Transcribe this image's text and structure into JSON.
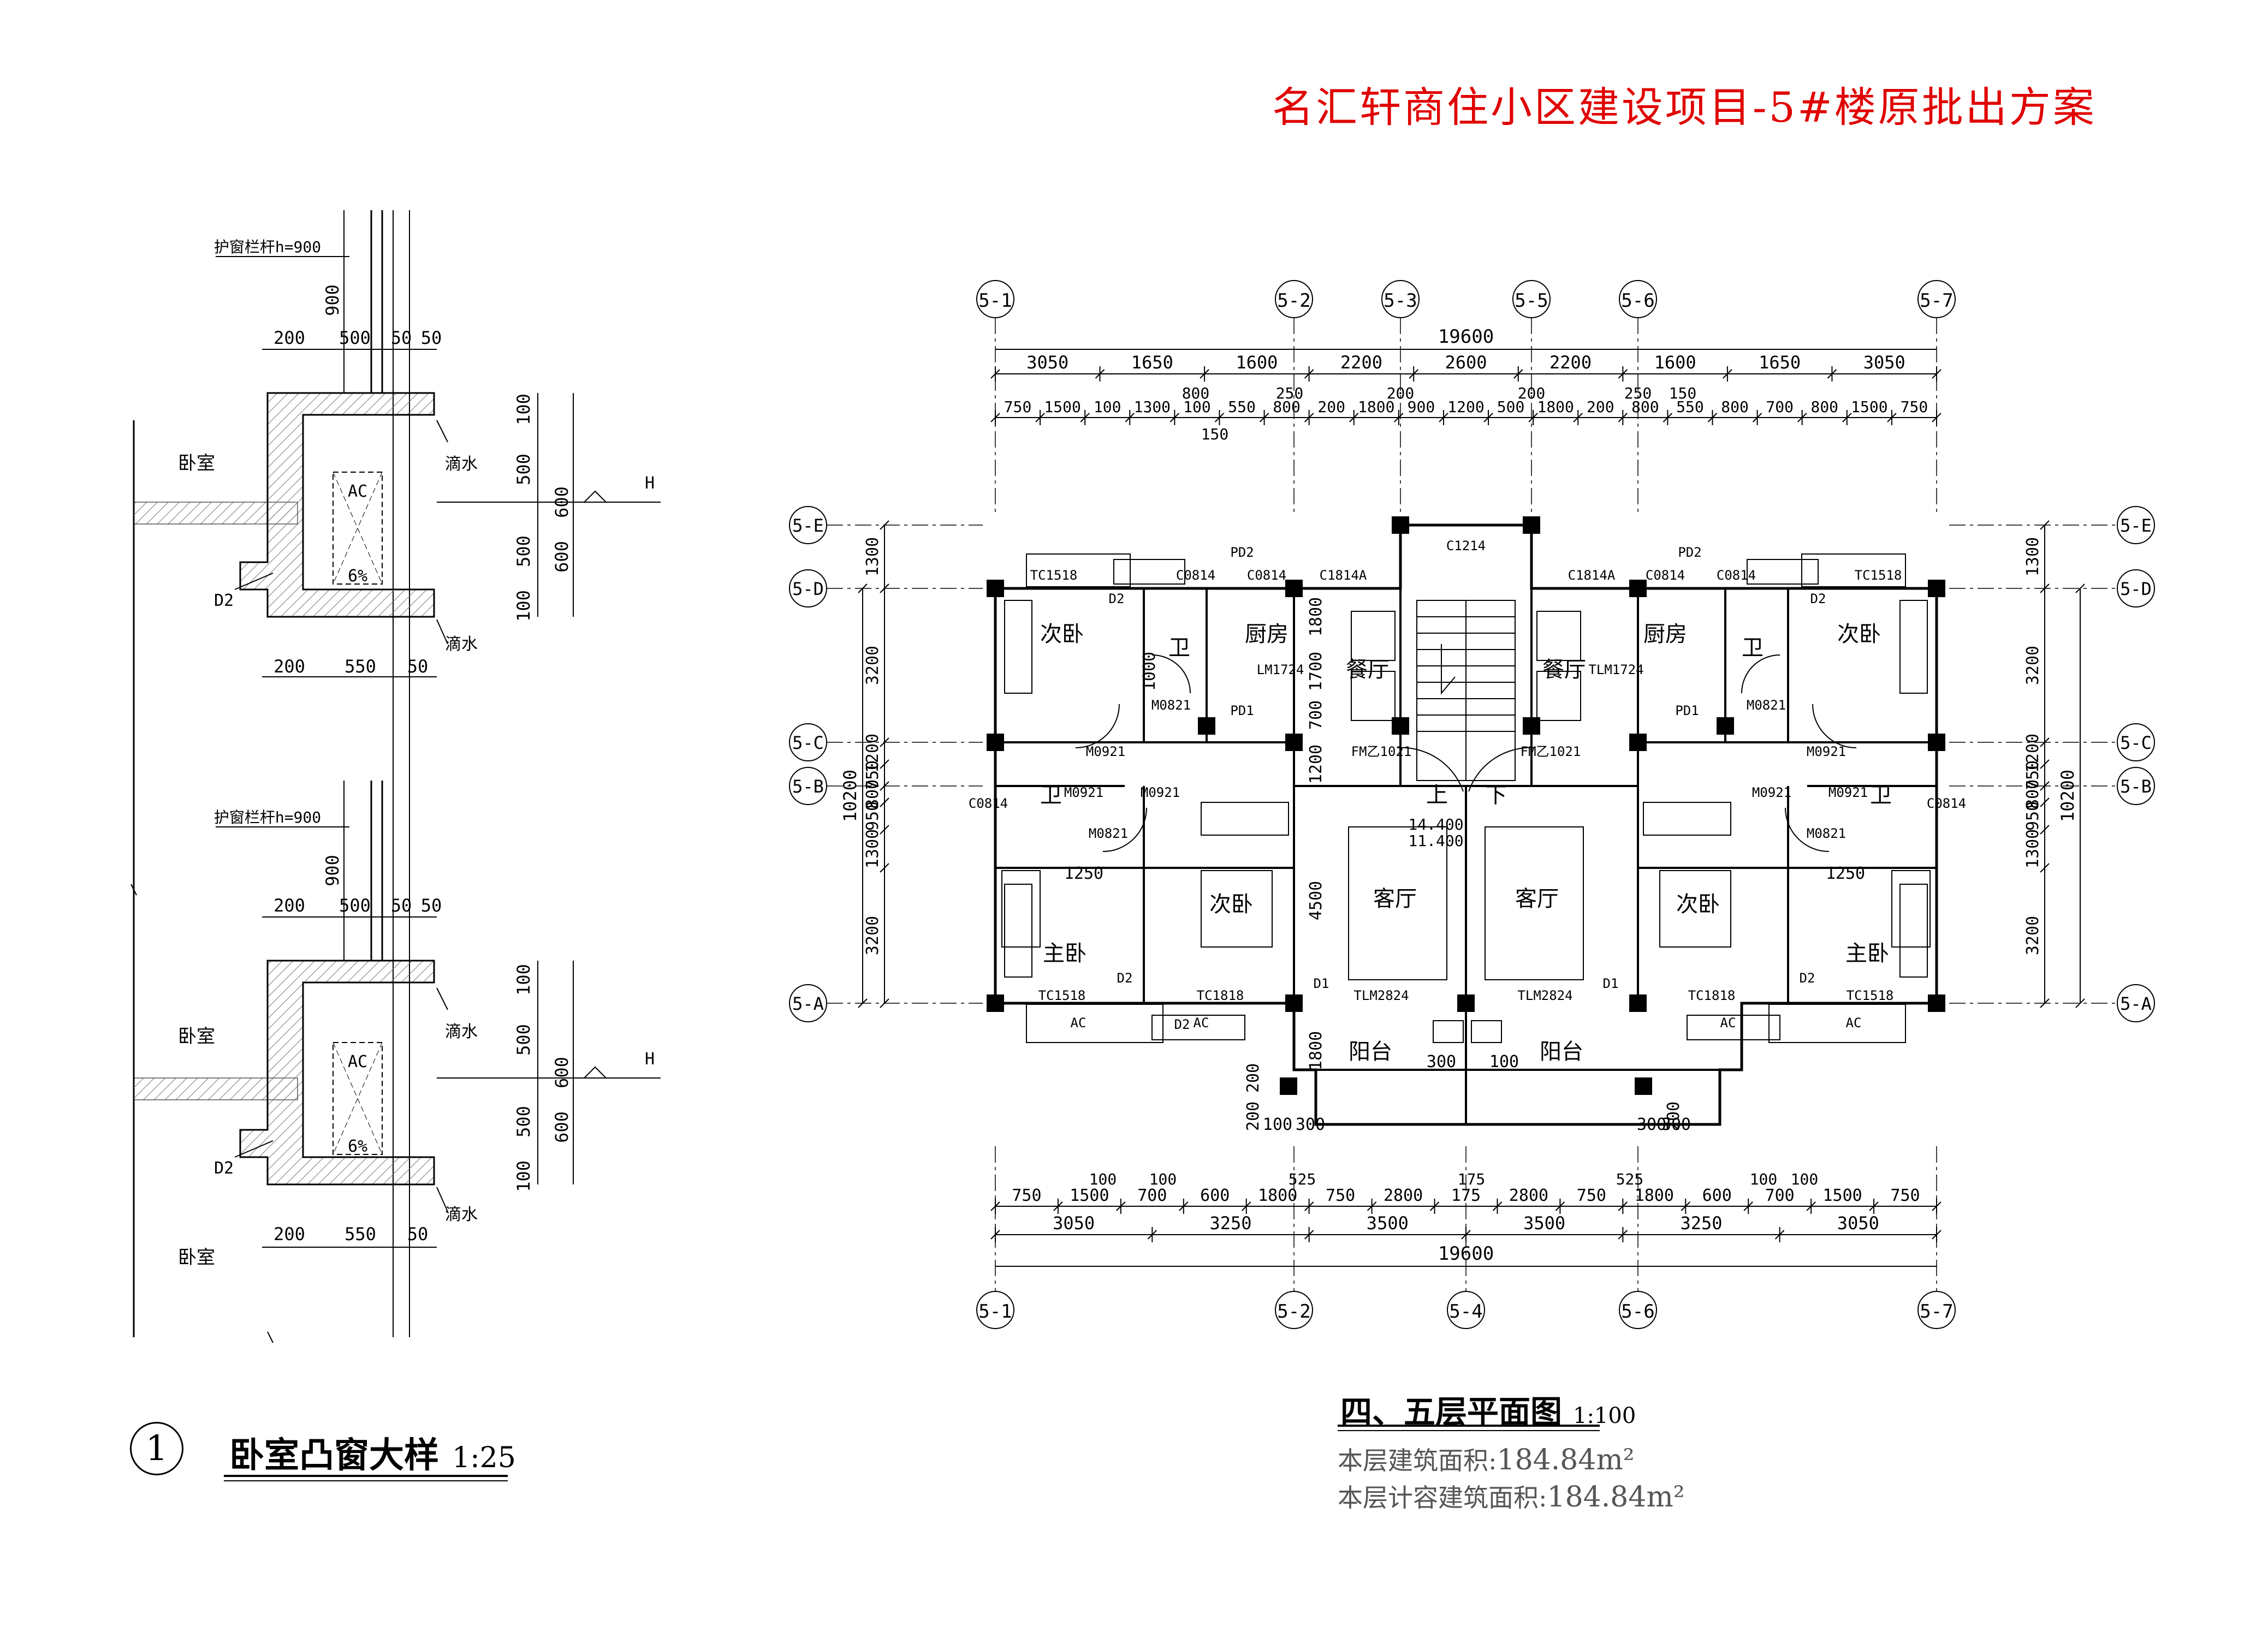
{
  "sheet_title": "名汇轩商住小区建设项目-5#楼原批出方案",
  "plan": {
    "title": "四、五层平面图",
    "scale": "1:100",
    "area_label_1": "本层建筑面积:",
    "area_value_1": "184.84m²",
    "area_label_2": "本层计容建筑面积:",
    "area_value_2": "184.84m²",
    "axes_top": [
      "5-1",
      "5-2",
      "5-3",
      "5-5",
      "5-6",
      "5-7"
    ],
    "axes_bottom": [
      "5-1",
      "5-2",
      "5-4",
      "5-6",
      "5-7"
    ],
    "axes_rows": [
      "5-E",
      "5-D",
      "5-C",
      "5-B",
      "5-A"
    ],
    "dims_top_total": "19600",
    "dims_top_2": [
      "3050",
      "1650",
      "1600",
      "2200",
      "2600",
      "2200",
      "1600",
      "1650",
      "3050"
    ],
    "dims_top_3": [
      "750",
      "1500",
      "100",
      "1300",
      "100",
      "550",
      "800",
      "200",
      "1800",
      "900",
      "1200",
      "500",
      "1800",
      "200",
      "800",
      "550",
      "800",
      "700",
      "800",
      "1500",
      "750"
    ],
    "dims_top_misc": [
      "800",
      "250",
      "200",
      "200",
      "250",
      "150",
      "150"
    ],
    "dims_bottom_1": [
      "750",
      "1500",
      "700",
      "600",
      "1800",
      "750",
      "2800",
      "175",
      "2800",
      "750",
      "1800",
      "600",
      "700",
      "1500",
      "750"
    ],
    "dims_bottom_misc": [
      "100",
      "100",
      "525",
      "175",
      "525",
      "100",
      "100"
    ],
    "dims_bottom_2": [
      "3050",
      "3250",
      "3500",
      "3500",
      "3250",
      "3050"
    ],
    "dims_bottom_total": "19600",
    "dims_side_outer": [
      "1300",
      "3200",
      "1200",
      "750",
      "800",
      "950",
      "1300",
      "3200"
    ],
    "dims_side_total": "10200",
    "dims_inner": [
      "1800",
      "1700",
      "700",
      "1200",
      "4500",
      "1800",
      "1250",
      "1250",
      "200",
      "200",
      "200",
      "100",
      "300",
      "300",
      "100",
      "300",
      "300",
      "1000"
    ],
    "room_labels": [
      "次卧",
      "卫",
      "厨房",
      "餐厅",
      "餐厅",
      "厨房",
      "卫",
      "次卧",
      "卫",
      "卫",
      "次卧",
      "客厅",
      "客厅",
      "次卧",
      "主卧",
      "主卧",
      "阳台",
      "阳台",
      "上",
      "下"
    ],
    "codes": [
      "C1214",
      "TC1518",
      "C0814",
      "PD2",
      "C0814",
      "C1814A",
      "C1814A",
      "C0814",
      "PD2",
      "C0814",
      "TC1518",
      "D2",
      "D2",
      "LM1724",
      "TLM1724",
      "PD1",
      "PD1",
      "M0821",
      "M0821",
      "M0921",
      "M0921",
      "M0921",
      "M0921",
      "M0921",
      "M0921",
      "FM乙1021",
      "FM乙1021",
      "C0814",
      "C0814",
      "M0821",
      "M0821",
      "D2",
      "D2",
      "TC1518",
      "TC1818",
      "TLM2824",
      "TLM2824",
      "TC1818",
      "TC1518",
      "D1",
      "D1",
      "D2",
      "AC",
      "AC",
      "AC",
      "AC"
    ],
    "elev": [
      "14.400",
      "11.400"
    ]
  },
  "detail": {
    "circle_no": "1",
    "title": "卧室凸窗大样",
    "scale": "1:25",
    "rail": "护窗栏杆h=900",
    "dims_h": [
      "200",
      "500",
      "50",
      "50",
      "200",
      "550",
      "50"
    ],
    "dims_v": [
      "900",
      "100",
      "500",
      "600",
      "500",
      "600",
      "100"
    ],
    "labels": [
      "卧室",
      "卧室",
      "卧室",
      "滴水",
      "滴水",
      "D2",
      "AC",
      "6%",
      "H"
    ]
  }
}
